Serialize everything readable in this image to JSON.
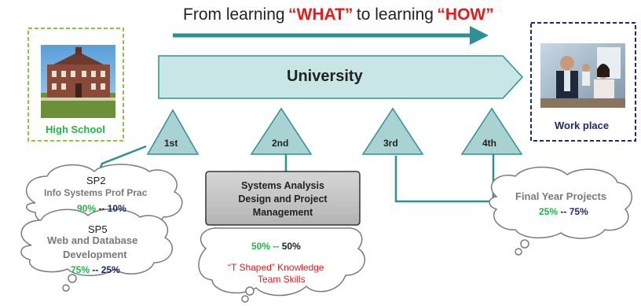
{
  "title": {
    "prefix": "From learning",
    "what": "“WHAT”",
    "middle": "to learning",
    "how": "“HOW”"
  },
  "university": "University",
  "high_school": "High School",
  "work_place": "Work place",
  "years": [
    "1st",
    "2nd",
    "3rd",
    "4th"
  ],
  "cloud_sp2": {
    "code": "SP2",
    "name": "Info Systems Prof Prac",
    "pct_a": "90%",
    "sep": "--",
    "pct_b": "10%"
  },
  "cloud_sp5": {
    "code": "SP5",
    "name_line1": "Web and Database",
    "name_line2": "Development",
    "pct_a": "75%",
    "sep": "--",
    "pct_b": "25%"
  },
  "sadpm": {
    "line1": "Systems Analysis",
    "line2": "Design and Project",
    "line3": "Management",
    "pct_a": "50%",
    "sep": "--",
    "pct_b": "50%",
    "note1": "“T Shaped” Knowledge",
    "note2": "Team Skills"
  },
  "final": {
    "name": "Final Year Projects",
    "pct_a": "25%",
    "sep": "--",
    "pct_b": "75%"
  },
  "colors": {
    "teal": "#2f8f96",
    "band_fill": "#c8e6e6",
    "hs_border": "#8cc63f",
    "work_border": "#1f2a6b",
    "green_text": "#26b24a",
    "navy_text": "#1f2a6b",
    "red_text": "#e21b1b"
  }
}
